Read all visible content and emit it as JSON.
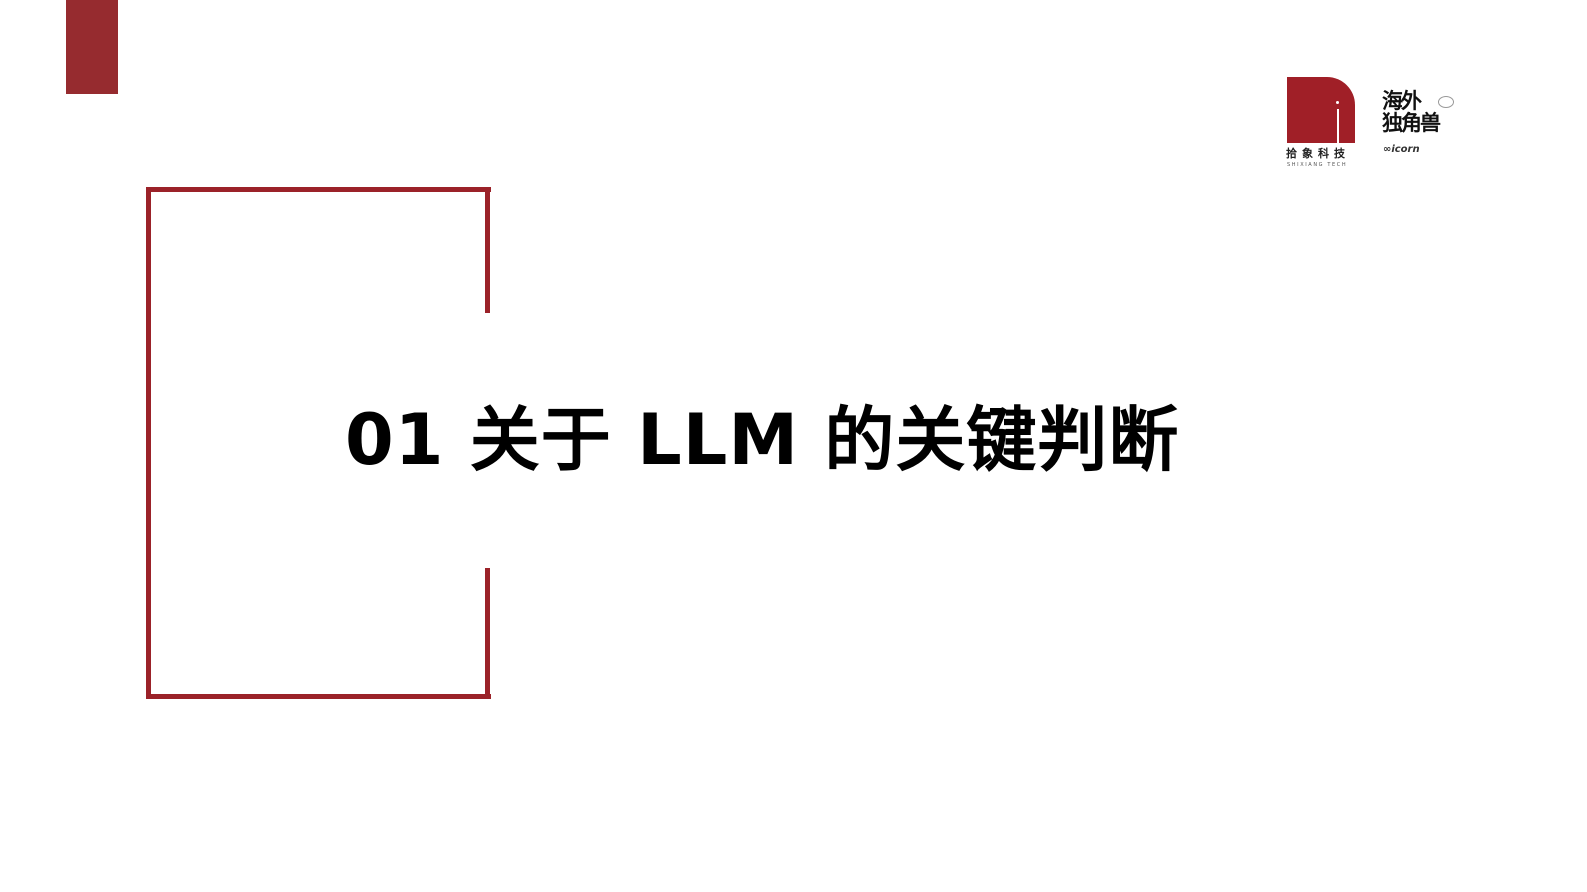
{
  "slide": {
    "title": "01 关于 LLM 的关键判断",
    "colors": {
      "accent": "#962B2F",
      "frame": "#9B2229",
      "logo_red": "#A01F27",
      "text": "#000000",
      "background": "#FFFFFF"
    }
  },
  "logos": {
    "shixiang": {
      "name_cn": "拾象科技",
      "name_en": "SHIXIANG TECH"
    },
    "unicorn": {
      "mark": "海外\n独角兽",
      "sub": "∞icorn"
    }
  }
}
